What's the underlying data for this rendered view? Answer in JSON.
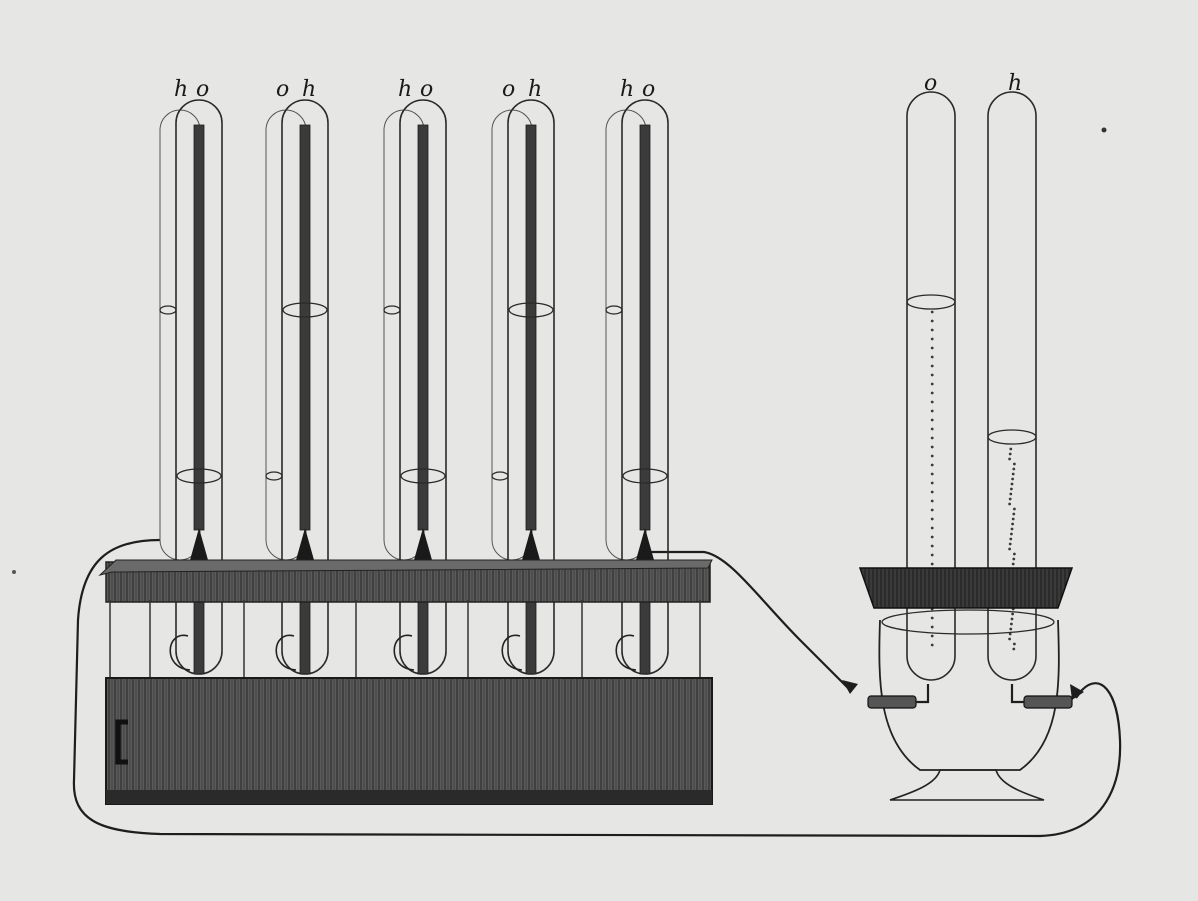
{
  "battery_cells": [
    {
      "left_label": "h",
      "right_label": "o",
      "order": "ho"
    },
    {
      "left_label": "o",
      "right_label": "h",
      "order": "oh"
    },
    {
      "left_label": "h",
      "right_label": "o",
      "order": "ho"
    },
    {
      "left_label": "o",
      "right_label": "h",
      "order": "oh"
    },
    {
      "left_label": "h",
      "right_label": "o",
      "order": "ho"
    }
  ],
  "voltameter": {
    "left_label": "o",
    "right_label": "h",
    "left_gas_level": 0.25,
    "right_gas_level": 0.5
  },
  "colors": {
    "paper": "#e6e6e4",
    "ink": "#1e1e1e",
    "wood": "#4a4a4a"
  }
}
